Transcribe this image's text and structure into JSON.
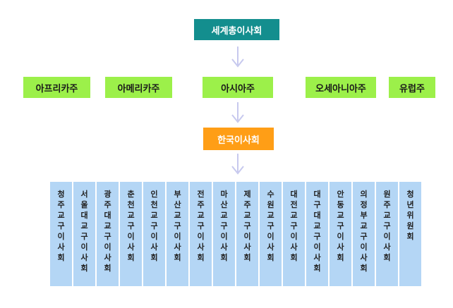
{
  "top": {
    "label": "세계총이사회"
  },
  "continents": [
    {
      "id": "africa",
      "label": "아프리카주"
    },
    {
      "id": "america",
      "label": "아메리카주"
    },
    {
      "id": "asia",
      "label": "아시아주"
    },
    {
      "id": "oceania",
      "label": "오세아니아주"
    },
    {
      "id": "europe",
      "label": "유럽주"
    }
  ],
  "national": {
    "label": "한국이사회"
  },
  "sub_councils": [
    "청주교구이사회",
    "서울대교구이사회",
    "광주대교구이사회",
    "춘천교구이사회",
    "인천교구이사회",
    "부산교구이사회",
    "전주교구이사회",
    "마산교구이사회",
    "제주교구이사회",
    "수원교구이사회",
    "대전교구이사회",
    "대구대교구이사회",
    "안동교구이사회",
    "의정부교구이사회",
    "원주교구이사회",
    "청년위원회"
  ],
  "colors": {
    "top": "#138e8e",
    "continent": "#9cf04a",
    "national": "#ff9e16",
    "sub": "#b4d6f5",
    "arrow": "#c7c9ee"
  }
}
